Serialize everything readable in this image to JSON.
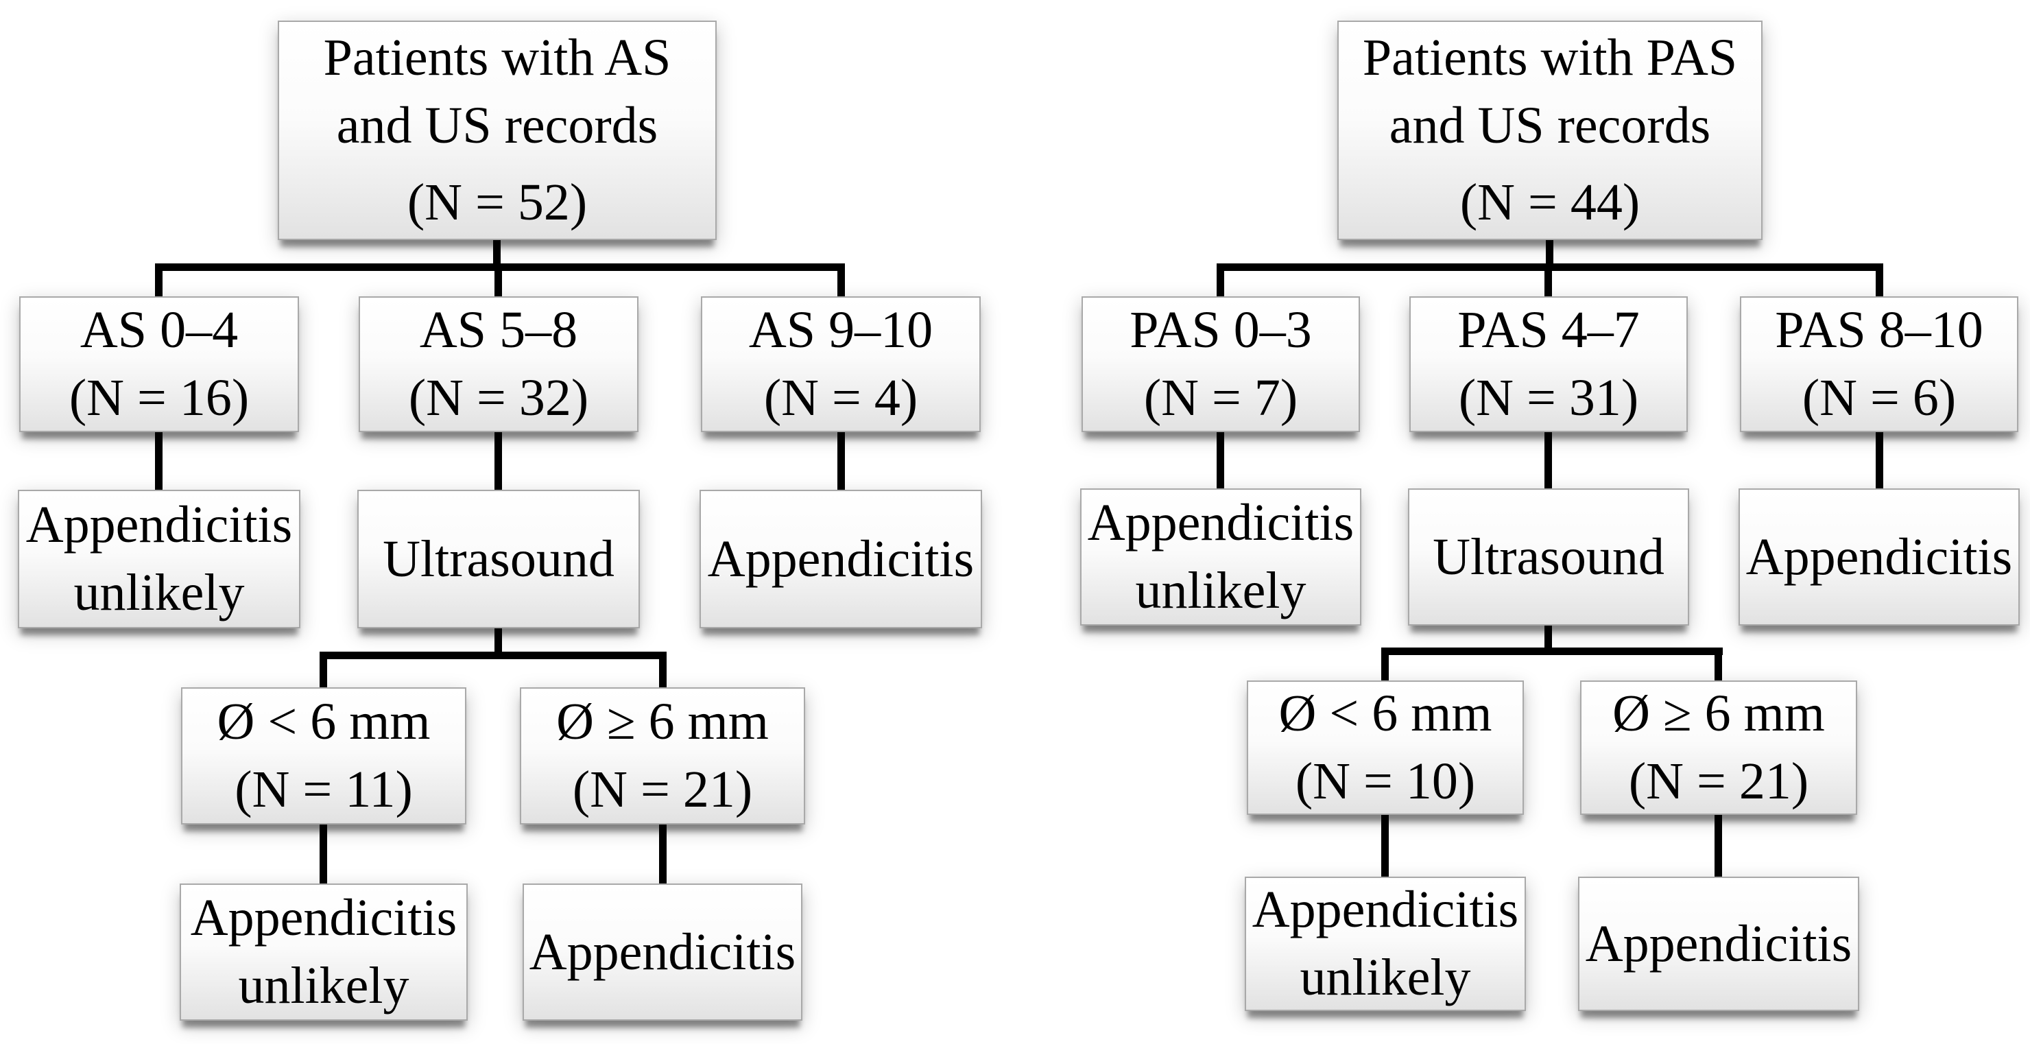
{
  "colors": {
    "background": "#ffffff",
    "line": "#000000",
    "box_border": "#a9a9a9",
    "box_fill_top": "#ffffff",
    "box_fill_bottom": "#e2e2e2",
    "text": "#000000"
  },
  "trees": [
    {
      "id": "AS",
      "nodes": {
        "root": {
          "lines": [
            "Patients with AS",
            "and US records",
            "(N = 52)"
          ]
        },
        "score_low": {
          "lines": [
            "AS 0–4",
            "(N = 16)"
          ]
        },
        "score_mid": {
          "lines": [
            "AS 5–8",
            "(N = 32)"
          ]
        },
        "score_high": {
          "lines": [
            "AS 9–10",
            "(N = 4)"
          ]
        },
        "outcome_low": {
          "lines": [
            "Appendicitis",
            "unlikely"
          ]
        },
        "ultrasound": {
          "lines": [
            "Ultrasound"
          ]
        },
        "outcome_high": {
          "lines": [
            "Appendicitis"
          ]
        },
        "diameter_small": {
          "lines": [
            "Ø < 6 mm",
            "(N = 11)"
          ]
        },
        "diameter_large": {
          "lines": [
            "Ø ≥ 6 mm",
            "(N = 21)"
          ]
        },
        "outcome_small": {
          "lines": [
            "Appendicitis",
            "unlikely"
          ]
        },
        "outcome_large": {
          "lines": [
            "Appendicitis"
          ]
        }
      }
    },
    {
      "id": "PAS",
      "nodes": {
        "root": {
          "lines": [
            "Patients with PAS",
            "and US records",
            "(N = 44)"
          ]
        },
        "score_low": {
          "lines": [
            "PAS 0–3",
            "(N = 7)"
          ]
        },
        "score_mid": {
          "lines": [
            "PAS 4–7",
            "(N = 31)"
          ]
        },
        "score_high": {
          "lines": [
            "PAS 8–10",
            "(N = 6)"
          ]
        },
        "outcome_low": {
          "lines": [
            "Appendicitis",
            "unlikely"
          ]
        },
        "ultrasound": {
          "lines": [
            "Ultrasound"
          ]
        },
        "outcome_high": {
          "lines": [
            "Appendicitis"
          ]
        },
        "diameter_small": {
          "lines": [
            "Ø < 6 mm",
            "(N = 10)"
          ]
        },
        "diameter_large": {
          "lines": [
            "Ø ≥ 6 mm",
            "(N = 21)"
          ]
        },
        "outcome_small": {
          "lines": [
            "Appendicitis",
            "unlikely"
          ]
        },
        "outcome_large": {
          "lines": [
            "Appendicitis"
          ]
        }
      }
    }
  ]
}
